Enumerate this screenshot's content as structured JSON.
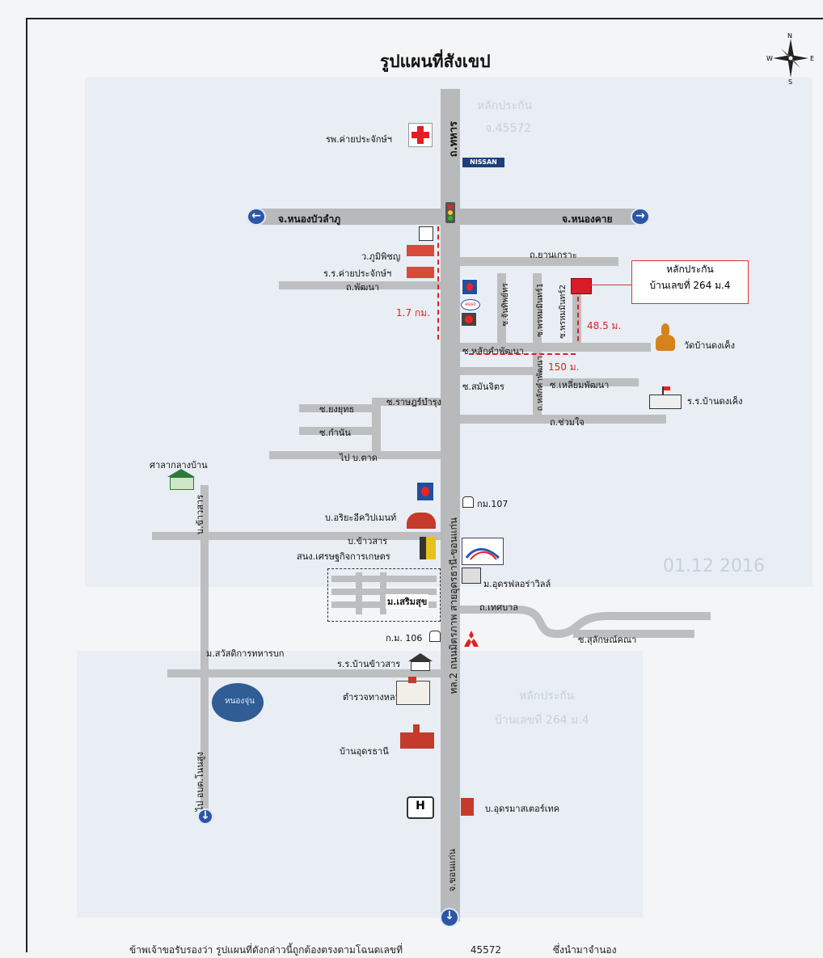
{
  "title": "รูปแผนที่สังเขป",
  "background_text": {
    "line1": "หลักประกัน",
    "line2": "จ.45572",
    "line3": "หลักประกัน",
    "line4": "บ้านเลขที่ 264 ม.4",
    "line5": "01.12 2016"
  },
  "compass": {
    "n": "N",
    "s": "S",
    "e": "E",
    "w": "W"
  },
  "roads": {
    "main_north": "ถ.ทหาร",
    "main_south": "ทล.2 ถนนมิตรภาพ สายอุดรธานี-ขอนแก่น",
    "to_khonkaen": "จ.ขอนแก่น",
    "west_dest": "จ.หนองบัวลำภู",
    "east_dest": "จ.หนองคาย",
    "yanakro": "ถ.ยานเกราะ",
    "phatthana": "ถ.พัฒนา",
    "lak_kham": "ซ.หลักคำพัฒนา",
    "thongsuk": "ซ.สมันจิตร",
    "rat": "ซ.ราษฎร์บำรุง",
    "yongyut": "ซ.ยงยุทธ",
    "kamnan": "ซ.กำนัน",
    "to_bantat": "ไป บ.ตาด",
    "chuamjai": "ถ.ช่วมใจ",
    "lianphatthana": "ซ.เหลี่ยมพัฒนา",
    "chaorphaw": "ซ.จันทิพย์ทร",
    "phrommin1": "ซ.พรหมมินทร์1",
    "phrommin2": "ซ.พรหมมินทร์2",
    "soi_lak": "ถ.หลักคำพัฒนา",
    "ban_khaosan": "บ.ข้าวสาร",
    "thetsaban": "ถ.เทศบาล",
    "sulaksana": "ซ.สุลักษณ์คณา",
    "to_nong_sung": "ไป อบต.โนนสูง"
  },
  "places": {
    "hospital": "รพ.ค่ายประจักษ์ฯ",
    "phumiphiyan": "ว.ภูมิพิชญ",
    "school_camp": "ร.ร.ค่ายประจักษ์ฯ",
    "wat": "วัดบ้านดงเค็ง",
    "school_dongkeng": "ร.ร.บ้านดงเค็ง",
    "sala": "ศาลากลางบ้าน",
    "ariya": "บ.อริยะอีควิปเมนท์",
    "coop": "สนง.เศรษฐกิจการเกษตร",
    "km107": "กม.107",
    "udon_flora": "ม.อุดรฟลอร่าวิลล์",
    "soemsuk": "ม.เสริมสุข",
    "km106": "ก.ม. 106",
    "sawatdikan": "ม.สวัสดิการทหารบก",
    "school_khaosan": "ร.ร.บ้านข้าวสาร",
    "police": "ตำรวจทางหลวง",
    "nongjun": "หนองจุ่น",
    "ban_udon": "บ้านอุดรธานี",
    "udon_master": "บ.อุดรมาสเตอร์เทค",
    "nissan": "NISSAN"
  },
  "property": {
    "line1": "หลักประกัน",
    "line2": "บ้านเลขที่ 264 ม.4"
  },
  "distances": {
    "d1": "1.7 กม.",
    "d2": "48.5 ม.",
    "d3": "150 ม."
  },
  "footer": {
    "text": "ข้าพเจ้าขอรับรองว่า รูปแผนที่ดังกล่าวนี้ถูกต้องตรงตามโฉนดเลขที่",
    "number": "45572",
    "tail": "ซึ่งนำมาจำนอง"
  },
  "colors": {
    "road": "#b8b9bb",
    "property_red": "#d91c2a",
    "arrow_blue": "#2d56a6",
    "distance_red": "#d22222"
  }
}
